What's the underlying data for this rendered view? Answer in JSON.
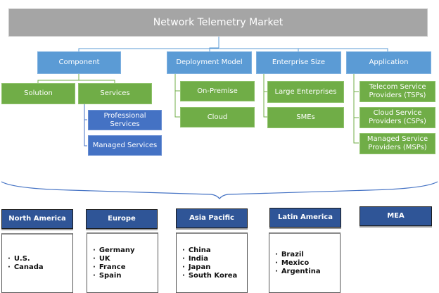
{
  "title": "Network Telemetry Market",
  "categories": [
    {
      "label": "Component",
      "children": [
        "Solution",
        "Services"
      ],
      "sub_children": [
        "Professional Services",
        "Managed Services"
      ]
    },
    {
      "label": "Deployment Model",
      "children": [
        "On-Premise",
        "Cloud"
      ]
    },
    {
      "label": "Enterprise Size",
      "children": [
        "Large Enterprises",
        "SMEs"
      ]
    },
    {
      "label": "Application",
      "children": [
        "Telecom Service Providers (TSPs)",
        "Cloud Service Providers (CSPs)",
        "Managed Service Providers (MSPs)"
      ]
    }
  ],
  "regions": [
    {
      "label": "North America",
      "countries": [
        "U.S.",
        "Canada"
      ]
    },
    {
      "label": "Europe",
      "countries": [
        "Germany",
        "UK",
        "France",
        "Spain"
      ]
    },
    {
      "label": "Asia Pacific",
      "countries": [
        "China",
        "India",
        "Japan",
        "South Korea"
      ]
    },
    {
      "label": "Latin America",
      "countries": [
        "Brazil",
        "Mexico",
        "Argentina"
      ]
    },
    {
      "label": "MEA",
      "countries": []
    }
  ],
  "colors": {
    "title": "#a5a5a5",
    "category": "#5b9bd5",
    "leaf": "#70ad47",
    "sub_leaf": "#4472c4",
    "region": "#2f5597"
  }
}
